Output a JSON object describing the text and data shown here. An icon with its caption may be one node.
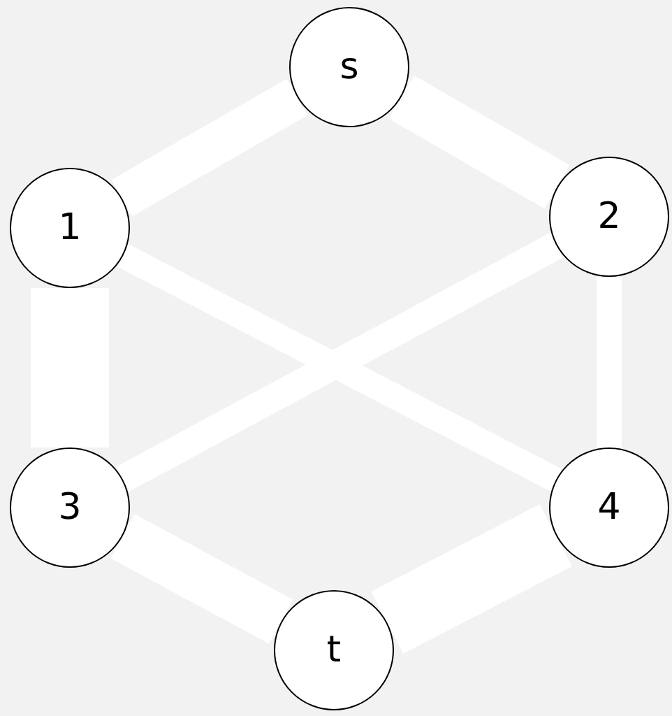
{
  "diagram": {
    "nodes": [
      {
        "text": [
          "s"
        ]
      },
      {
        "text": [
          "1"
        ]
      },
      {
        "text": [
          "2"
        ]
      },
      {
        "text": [
          "3"
        ]
      },
      {
        "text": [
          "4"
        ]
      },
      {
        "text": [
          "t"
        ]
      }
    ],
    "edges": [
      {
        "from": 0,
        "to": 1,
        "arrow": "none"
      },
      {
        "from": 0,
        "to": 2,
        "arrow": "none"
      },
      {
        "from": 1,
        "to": 3,
        "arrow": "none",
        "style": "thick"
      },
      {
        "from": 1,
        "to": 4,
        "arrow": "none"
      },
      {
        "from": 2,
        "to": 3,
        "arrow": "none"
      },
      {
        "from": 2,
        "to": 4,
        "arrow": "none"
      },
      {
        "from": 3,
        "to": 5,
        "arrow": "none"
      },
      {
        "from": 4,
        "to": 5,
        "arrow": "none"
      }
    ]
  }
}
